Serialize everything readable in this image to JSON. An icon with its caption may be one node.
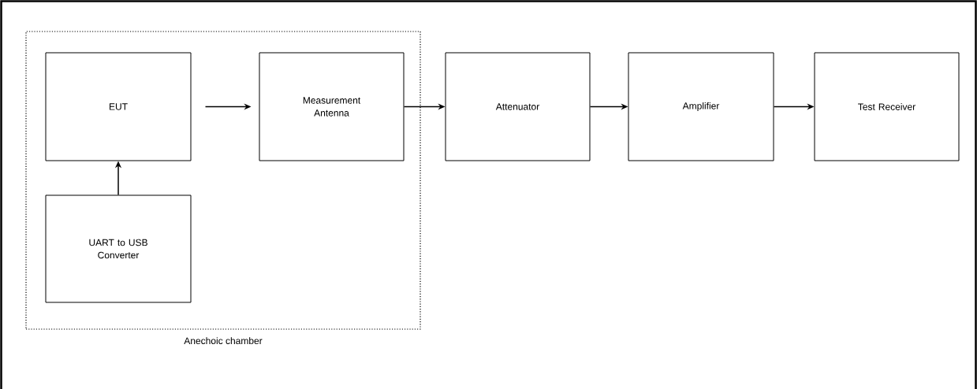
{
  "diagram": {
    "nodes": [
      {
        "text": [
          "Anechoic chamber"
        ]
      },
      {
        "text": [
          "EUT"
        ],
        "in": 0
      },
      {
        "text": [
          "Measurement Antenna"
        ],
        "in": 0
      },
      {
        "text": [
          "UART to USB Converter"
        ],
        "in": 0
      },
      {
        "text": [
          "Attenuator"
        ]
      },
      {
        "text": [
          "Amplifier"
        ]
      },
      {
        "text": [
          "Test Receiver"
        ]
      }
    ],
    "edges": [
      {
        "from": 1,
        "to": 2,
        "arrow": "to"
      },
      {
        "from": 3,
        "to": 1,
        "arrow": "to"
      },
      {
        "from": 2,
        "to": 4,
        "arrow": "to"
      },
      {
        "from": 4,
        "to": 5,
        "arrow": "to"
      },
      {
        "from": 5,
        "to": 6,
        "arrow": "to"
      }
    ]
  }
}
